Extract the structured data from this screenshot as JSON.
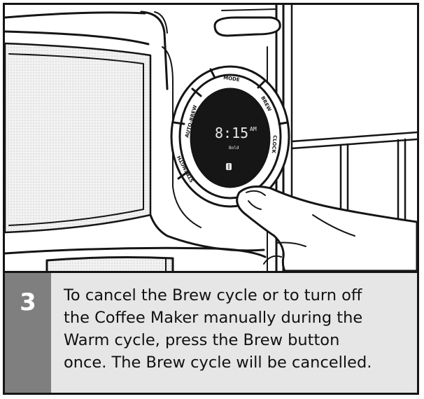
{
  "display": {
    "time": "8:15",
    "meridiem": "AM",
    "sub_label": "Bold",
    "icon": "bean-icon"
  },
  "ring_labels": {
    "top": "MODE",
    "top_right": "BREW",
    "right": "CLOCK",
    "upper_left": "AUTO-BREW",
    "lower_left": "STRENGTH"
  },
  "step": {
    "number": "3",
    "text": "To cancel the Brew cycle or to turn off\nthe Coffee Maker manually during the\nWarm cycle, press the Brew button\nonce. The Brew cycle will be cancelled."
  },
  "colors": {
    "step_box": "#7f7f7f",
    "caption_bg": "#e6e6e6",
    "line": "#151515"
  }
}
